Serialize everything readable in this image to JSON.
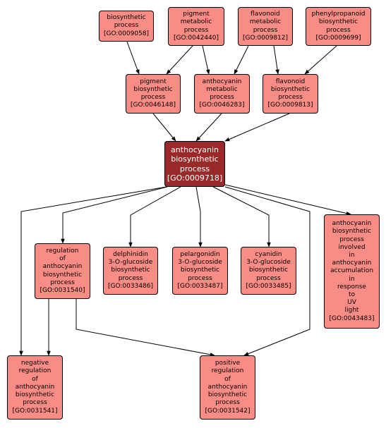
{
  "colors": {
    "node_fill": "#fa8c86",
    "focus_fill": "#9a2a2a",
    "focus_text": "#ffffff",
    "edge": "#000000"
  },
  "nodes": {
    "n9058": {
      "lines": [
        "biosynthetic",
        "process",
        "[GO:0009058]"
      ]
    },
    "n42440": {
      "lines": [
        "pigment",
        "metabolic",
        "process",
        "[GO:0042440]"
      ]
    },
    "n9812": {
      "lines": [
        "flavonoid",
        "metabolic",
        "process",
        "[GO:0009812]"
      ]
    },
    "n9699": {
      "lines": [
        "phenylpropanoid",
        "biosynthetic",
        "process",
        "[GO:0009699]"
      ]
    },
    "n46148": {
      "lines": [
        "pigment",
        "biosynthetic",
        "process",
        "[GO:0046148]"
      ]
    },
    "n46283": {
      "lines": [
        "anthocyanin",
        "metabolic",
        "process",
        "[GO:0046283]"
      ]
    },
    "n9813": {
      "lines": [
        "flavonoid",
        "biosynthetic",
        "process",
        "[GO:0009813]"
      ]
    },
    "n9718": {
      "lines": [
        "anthocyanin",
        "biosynthetic",
        "process",
        "[GO:0009718]"
      ]
    },
    "n31540": {
      "lines": [
        "regulation",
        "of",
        "anthocyanin",
        "biosynthetic",
        "process",
        "[GO:0031540]"
      ]
    },
    "n33486": {
      "lines": [
        "delphinidin",
        "3-O-glucoside",
        "biosynthetic",
        "process",
        "[GO:0033486]"
      ]
    },
    "n33487": {
      "lines": [
        "pelargonidin",
        "3-O-glucoside",
        "biosynthetic",
        "process",
        "[GO:0033487]"
      ]
    },
    "n33485": {
      "lines": [
        "cyanidin",
        "3-O-glucoside",
        "biosynthetic",
        "process",
        "[GO:0033485]"
      ]
    },
    "n43483": {
      "lines": [
        "anthocyanin",
        "biosynthetic",
        "process",
        "involved",
        "in",
        "anthocyanin",
        "accumulation",
        "in",
        "response",
        "to",
        "UV",
        "light",
        "[GO:0043483]"
      ]
    },
    "n31541": {
      "lines": [
        "negative",
        "regulation",
        "of",
        "anthocyanin",
        "biosynthetic",
        "process",
        "[GO:0031541]"
      ]
    },
    "n31542": {
      "lines": [
        "positive",
        "regulation",
        "of",
        "anthocyanin",
        "biosynthetic",
        "process",
        "[GO:0031542]"
      ]
    }
  },
  "edges": [
    [
      "n9058",
      "n46148"
    ],
    [
      "n42440",
      "n46148"
    ],
    [
      "n42440",
      "n46283"
    ],
    [
      "n9812",
      "n46283"
    ],
    [
      "n9812",
      "n9813"
    ],
    [
      "n9699",
      "n9813"
    ],
    [
      "n46148",
      "n9718"
    ],
    [
      "n46283",
      "n9718"
    ],
    [
      "n9813",
      "n9718"
    ],
    [
      "n9718",
      "n31541"
    ],
    [
      "n9718",
      "n31540"
    ],
    [
      "n9718",
      "n33486"
    ],
    [
      "n9718",
      "n33487"
    ],
    [
      "n9718",
      "n33485"
    ],
    [
      "n9718",
      "n31542"
    ],
    [
      "n9718",
      "n43483"
    ],
    [
      "n31540",
      "n31541"
    ],
    [
      "n31540",
      "n31542"
    ]
  ]
}
